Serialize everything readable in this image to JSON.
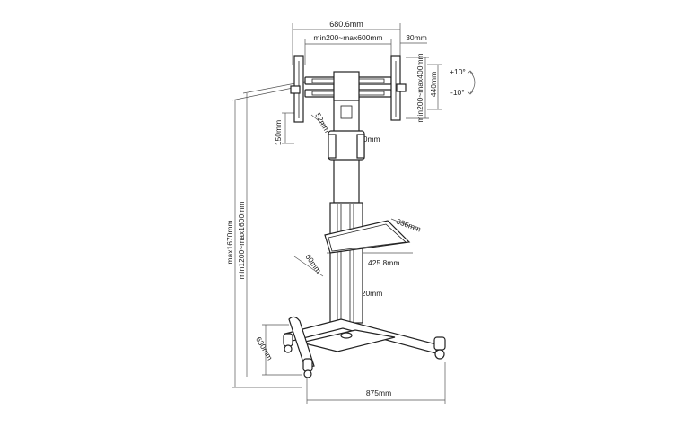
{
  "dimensions": {
    "overall_mount_width": "680.6mm",
    "vesa_width": "min200~max600mm",
    "arm_depth": "30mm",
    "vesa_height": "min200~max400mm",
    "mount_height": "440mm",
    "bracket_offset": "150mm",
    "bracket_slot": "52mm",
    "column_bracket": "90mm",
    "tilt_up": "+10°",
    "tilt_down": "-10°",
    "max_height": "max1670mm",
    "height_range": "min1200~max1600mm",
    "shelf_depth": "336mm",
    "shelf_width": "425.8mm",
    "shelf_offset": "60mm",
    "column_gap": "120mm",
    "base_depth": "630mm",
    "base_width": "875mm"
  }
}
